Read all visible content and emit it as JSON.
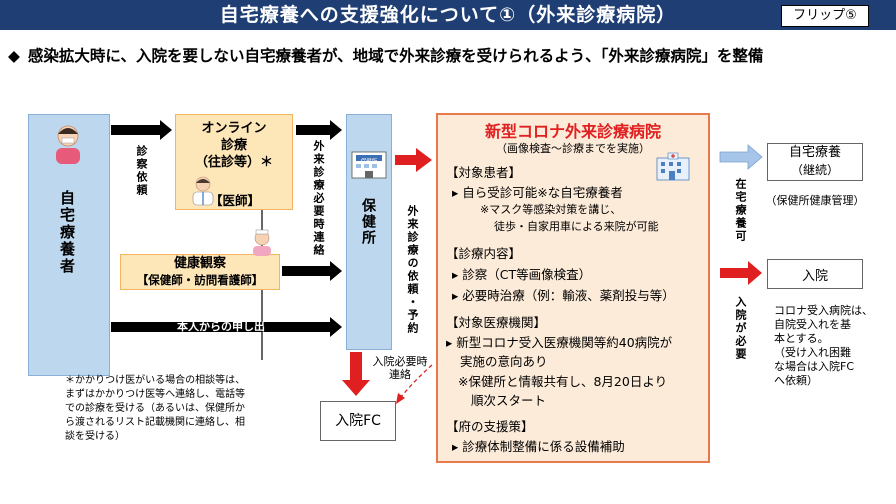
{
  "title": "自宅療養への支援強化について①（外来診療病院）",
  "flip_label": "フリップ⑤",
  "summary_symbol": "◆",
  "summary": "感染拡大時に、入院を要しない自宅療養者が、地域で外来診療を受けられるよう、「外来診療病院」を整備",
  "patient_label": "自宅療養者",
  "online": {
    "line1": "オンライン",
    "line2": "診療",
    "line3": "（往診等）＊",
    "role": "【医師】"
  },
  "health_obs": {
    "line1": "健康観察",
    "line2": "【保健師・訪問看護師】"
  },
  "self_report_label": "本人からの申し出",
  "request_label": "診察依頼",
  "contact_label": "外来診療必要時連絡",
  "hokenjo_label": "保健所",
  "hokenjo_sign": "保健所",
  "request_reservation_label": "外来診療の依頼・予約",
  "admission_contact_label": "入院必要時連絡",
  "admission_fc_label": "入院FC",
  "footnote": "＊かかりつけ医がいる場合の相談等は、まずはかかりつけ医等へ連絡し、電話等での診療を受ける（あるいは、保健所から渡されるリスト記載機関に連絡し、相談を受ける）",
  "footnote_lines": [
    "＊かかりつけ医がいる場合の相談等は、",
    "まずはかかりつけ医等へ連絡し、電話等",
    "での診療を受ける（あるいは、保健所か",
    "ら渡されるリスト記載機関に連絡し、相",
    "談を受ける）"
  ],
  "hospital": {
    "title": "新型コロナ外来診療病院",
    "subtitle": "（画像検査～診療までを実施）",
    "sections": [
      {
        "heading": "【対象患者】",
        "items": [
          "自ら受診可能※な自宅療養者"
        ],
        "notes": [
          "※マスク等感染対策を講じ、",
          "徒歩・自家用車による来院が可能"
        ]
      },
      {
        "heading": "【診療内容】",
        "items": [
          "診察（CT等画像検査）",
          "必要時治療（例：輸液、薬剤投与等）"
        ]
      },
      {
        "heading": "【対象医療機関】",
        "items": [
          "新型コロナ受入医療機関等約40病院が",
          "実施の意向あり"
        ],
        "notes": [
          "※保健所と情報共有し、8月20日より",
          "順次スタート"
        ]
      },
      {
        "heading": "【府の支援策】",
        "items": [
          "診療体制整備に係る設備補助"
        ]
      }
    ]
  },
  "home_ok_label": "在宅療養可",
  "home_care": {
    "line1": "自宅療養",
    "line2": "（継続）",
    "note": "（保健所健康管理）"
  },
  "admission_needed_label": "入院が必要",
  "admission": {
    "label": "入院",
    "note": [
      "コロナ受入病院は、",
      "自院受入れを基",
      "本とする。",
      "（受け入れ困難",
      "な場合は入院FC",
      "へ依頼）"
    ]
  },
  "colors": {
    "title_bg": "#1f3e74",
    "blue_box": "#bdd7ee",
    "orange_box": "#fde6b8",
    "hospital_border": "#e8794c",
    "hospital_title": "#e02020",
    "red_arrow": "#e02020",
    "light_blue_arrow": "#a6c5e8"
  }
}
